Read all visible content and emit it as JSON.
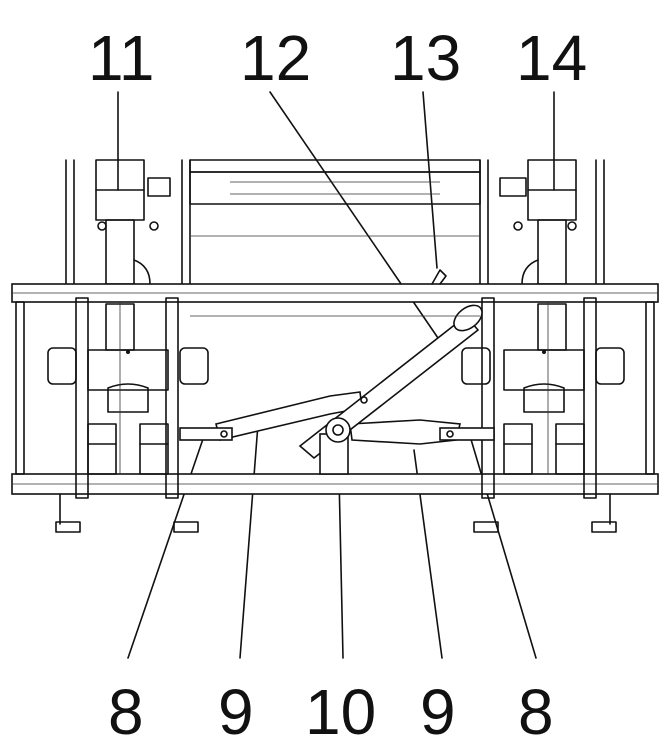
{
  "figure": {
    "labels_top": [
      "11",
      "12",
      "13",
      "14"
    ],
    "labels_bottom": [
      "8",
      "9",
      "10",
      "9",
      "8"
    ]
  }
}
